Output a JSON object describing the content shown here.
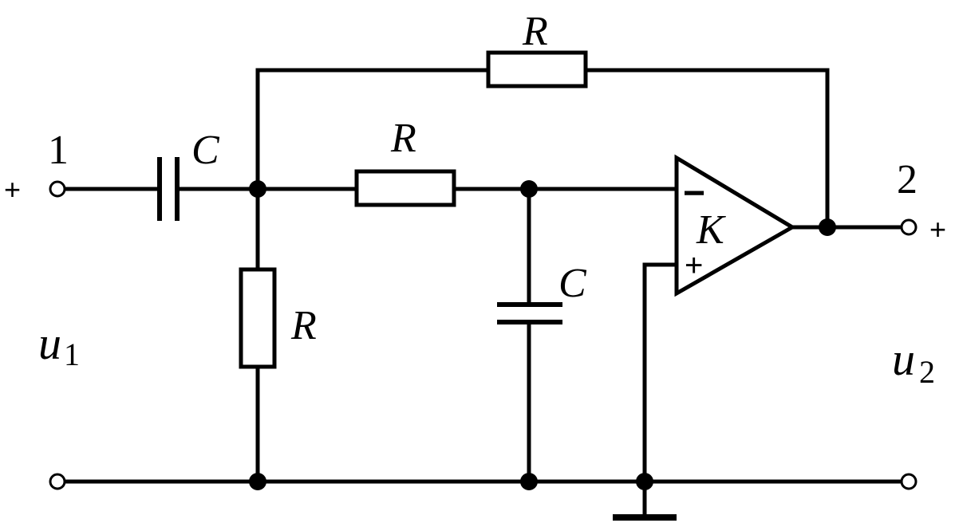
{
  "labels": {
    "resistor_top": "R",
    "resistor_middle": "R",
    "resistor_vertical": "R",
    "capacitor_input": "C",
    "capacitor_shunt": "C",
    "amplifier_gain": "K",
    "opamp_inverting": "−",
    "opamp_noninverting": "+",
    "input_node": "1",
    "output_node": "2",
    "input_plus": "+",
    "output_plus": "+",
    "input_voltage": "u",
    "input_voltage_sub": "1",
    "output_voltage": "u",
    "output_voltage_sub": "2"
  }
}
